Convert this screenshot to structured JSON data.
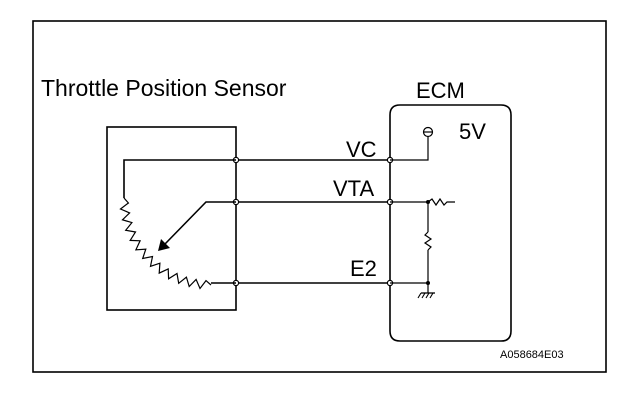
{
  "labels": {
    "sensor_title": "Throttle Position Sensor",
    "ecm_title": "ECM",
    "voltage": "5V",
    "terminal_vc": "VC",
    "terminal_vta": "VTA",
    "terminal_e2": "E2",
    "figure_code": "A058684E03"
  },
  "icons": [
    "potentiometer-resistor",
    "wiper-arrow",
    "ground-symbol",
    "pull-up-resistor",
    "pull-down-resistor",
    "voltage-source-symbol"
  ]
}
